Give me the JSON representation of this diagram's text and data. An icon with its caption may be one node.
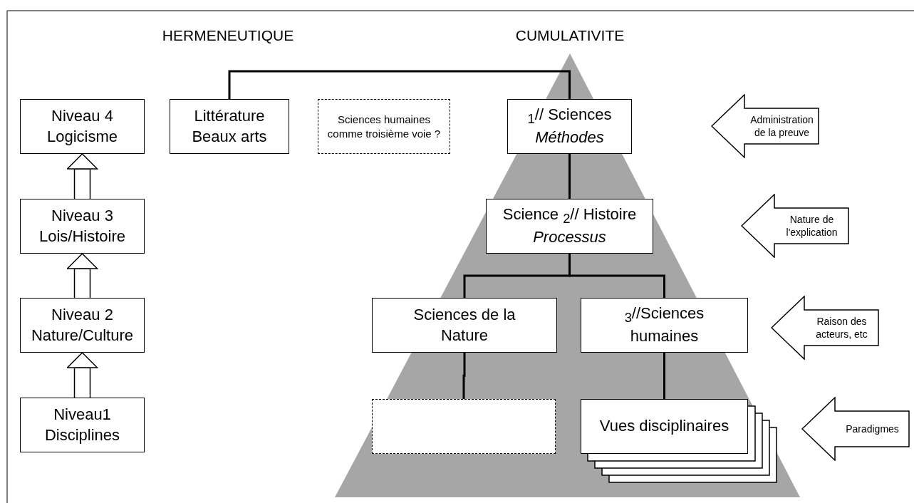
{
  "diagram": {
    "nodes": [
      {
        "text": [
          "Niveau 4 Logicisme"
        ]
      },
      {
        "text": [
          "Niveau 3 Lois/Histoire"
        ]
      },
      {
        "text": [
          "Niveau 2 Nature/Culture"
        ]
      },
      {
        "text": [
          "Niveau1 Disciplines"
        ]
      },
      {
        "text": [
          "Littérature Beaux arts"
        ]
      },
      {
        "text": [
          "Sciences humaines comme troisième voie ?"
        ]
      },
      {
        "text": [
          "$_{1}$// Sciences",
          "Méthodes"
        ]
      },
      {
        "text": [
          "Science $_{2}$// Histoire",
          "Processus"
        ]
      },
      {
        "text": [
          "Sciences de la Nature"
        ]
      },
      {
        "text": [
          "$_{3}$//Sciences humaines"
        ]
      },
      {
        "text": [],
        "shape": "box"
      },
      {
        "text": [
          "Vues disciplinaires"
        ]
      },
      {
        "text": [
          "Administration de la preuve"
        ]
      },
      {
        "text": [
          "Nature de l'explication"
        ]
      },
      {
        "text": [
          "Raison des acteurs, etc"
        ]
      },
      {
        "text": [
          "Paradigmes"
        ]
      }
    ],
    "edges": [
      {
        "from": 3,
        "to": 2,
        "arrow": "to"
      },
      {
        "from": 2,
        "to": 1,
        "arrow": "to"
      },
      {
        "from": 1,
        "to": 0,
        "arrow": "to"
      },
      {
        "from": 4,
        "to": 6,
        "arrow": "none"
      },
      {
        "from": 6,
        "to": 7,
        "arrow": "none"
      },
      {
        "from": 7,
        "to": 8,
        "arrow": "none"
      },
      {
        "from": 7,
        "to": 9,
        "arrow": "none"
      },
      {
        "from": 8,
        "to": 10,
        "arrow": "none"
      },
      {
        "from": 9,
        "to": 11,
        "arrow": "none"
      }
    ],
    "labels": [
      "HERMENEUTIQUE",
      "CUMULATIVITE"
    ]
  }
}
